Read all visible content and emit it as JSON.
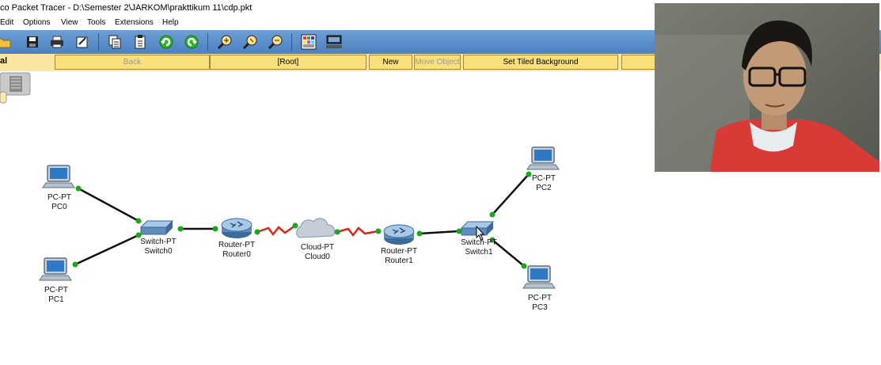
{
  "window": {
    "title": "co Packet Tracer - D:\\Semester 2\\JARKOM\\prakttikum 11\\cdp.pkt"
  },
  "menu": {
    "items": [
      "Edit",
      "Options",
      "View",
      "Tools",
      "Extensions",
      "Help"
    ]
  },
  "toolbar": {
    "icons": [
      "open-folder-icon",
      "save-icon",
      "print-icon",
      "activity-wizard-icon",
      "copy-icon",
      "paste-icon",
      "undo-icon",
      "redo-icon",
      "zoom-in-icon",
      "zoom-reset-icon",
      "zoom-out-icon",
      "palette-icon",
      "custom-device-icon"
    ]
  },
  "nav": {
    "left_label": "al",
    "back_label": "Back",
    "root_label": "[Root]",
    "new_cluster_label": "New Cluster",
    "move_object_label": "Move Object",
    "set_bg_label": "Set Tiled Background"
  },
  "devices": {
    "pc0": {
      "type": "PC-PT",
      "name": "PC0"
    },
    "pc1": {
      "type": "PC-PT",
      "name": "PC1"
    },
    "pc2": {
      "type": "PC-PT",
      "name": "PC2"
    },
    "pc3": {
      "type": "PC-PT",
      "name": "PC3"
    },
    "switch0": {
      "type": "Switch-PT",
      "name": "Switch0"
    },
    "switch1": {
      "type": "Switch-PT",
      "name": "Switch1"
    },
    "router0": {
      "type": "Router-PT",
      "name": "Router0"
    },
    "router1": {
      "type": "Router-PT",
      "name": "Router1"
    },
    "cloud0": {
      "type": "Cloud-PT",
      "name": "Cloud0"
    }
  },
  "colors": {
    "toolbar_blue": "#5a8bc9",
    "nav_yellow": "#fbe07a",
    "link_green": "#1aa81a",
    "serial_red": "#d9261c",
    "ethernet_black": "#111111"
  }
}
